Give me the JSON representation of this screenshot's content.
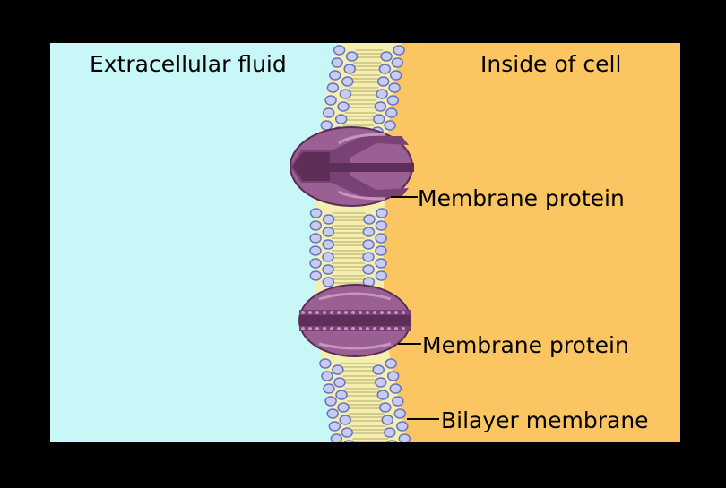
{
  "labels": {
    "extracellular": "Extracellular fluid",
    "inside": "Inside of cell",
    "protein_1": "Membrane protein",
    "protein_2": "Membrane protein",
    "bilayer": "Bilayer membrane"
  },
  "colors": {
    "background": "#000000",
    "extracellular_fluid": "#c8f7f7",
    "cell_interior": "#fbc662",
    "lipid_tail": "#f4eeaf",
    "lipid_head": "#c6cdf1",
    "lipid_head_outline": "#6b73c0",
    "protein": "#9a5f93",
    "protein_dark": "#6b3566",
    "protein_light": "#c795c0",
    "text": "#000000"
  }
}
